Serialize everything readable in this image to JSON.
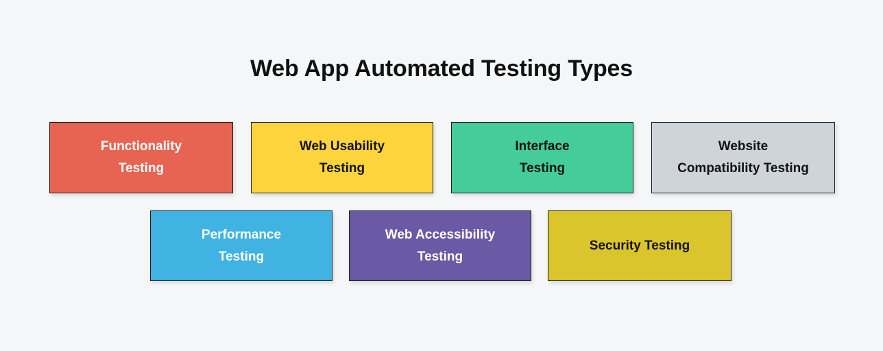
{
  "page": {
    "title": "Web App Automated Testing Types",
    "background_color": "#f5f6f7",
    "title_color": "#111111"
  },
  "rows": [
    {
      "name": "row-one",
      "cards": [
        {
          "label": "Functionality\nTesting",
          "label_line1": "Functionality",
          "label_line2": "Testing",
          "background_color": "#e76452",
          "text_color": "#ffffff",
          "border_color": "#1b1b1b"
        },
        {
          "label": "Web Usability\nTesting",
          "label_line1": "Web Usability",
          "label_line2": "Testing",
          "background_color": "#fdd43c",
          "text_color": "#121212",
          "border_color": "#1b1b1b"
        },
        {
          "label": "Interface\nTesting",
          "label_line1": "Interface",
          "label_line2": "Testing",
          "background_color": "#45cc9b",
          "text_color": "#121212",
          "border_color": "#1b1b1b"
        },
        {
          "label": "Website\nCompatibility Testing",
          "label_line1": "Website",
          "label_line2": "Compatibility Testing",
          "background_color": "#ced4da",
          "text_color": "#121212",
          "border_color": "#1b1b1b"
        }
      ]
    },
    {
      "name": "row-two",
      "cards": [
        {
          "label": "Performance\nTesting",
          "label_line1": "Performance",
          "label_line2": "Testing",
          "background_color": "#41b3e3",
          "text_color": "#ffffff",
          "border_color": "#1b1b1b"
        },
        {
          "label": "Web Accessibility\nTesting",
          "label_line1": "Web Accessibility",
          "label_line2": "Testing",
          "background_color": "#6a5aa5",
          "text_color": "#ffffff",
          "border_color": "#1b1b1b"
        },
        {
          "label": "Security Testing",
          "label_line1": "Security Testing",
          "label_line2": "",
          "background_color": "#dbc52d",
          "text_color": "#121212",
          "border_color": "#1b1b1b"
        }
      ]
    }
  ]
}
